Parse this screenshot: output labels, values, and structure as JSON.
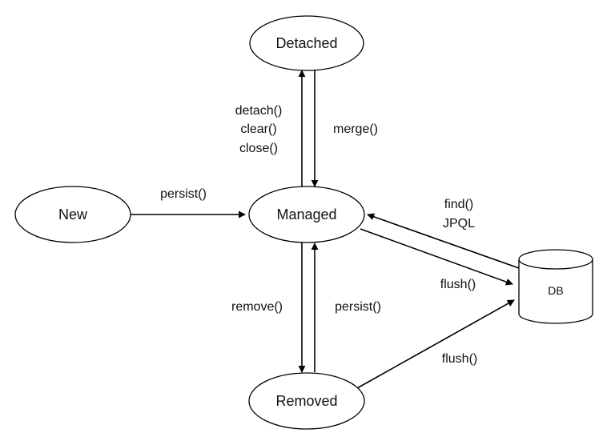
{
  "nodes": {
    "detached": "Detached",
    "new": "New",
    "managed": "Managed",
    "removed": "Removed",
    "db": "DB"
  },
  "edges": {
    "detach_label_1": "detach()",
    "detach_label_2": "clear()",
    "detach_label_3": "close()",
    "merge": "merge()",
    "persist_new": "persist()",
    "find_1": "find()",
    "find_2": "JPQL",
    "flush_managed": "flush()",
    "remove": "remove()",
    "persist_removed": "persist()",
    "flush_removed": "flush()"
  }
}
